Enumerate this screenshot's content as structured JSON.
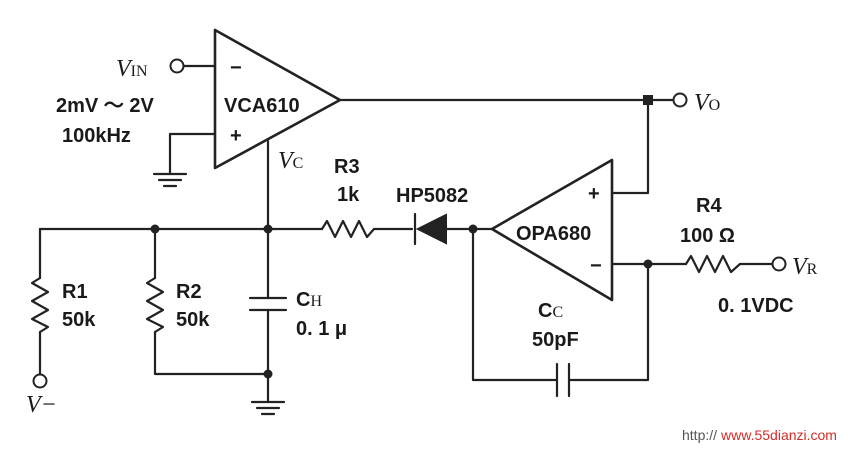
{
  "vca": {
    "name": "VCA610",
    "minus": "−",
    "plus": "+",
    "vin_main": "V",
    "vin_sub": "IN",
    "vin_range": "2mV ～ 2V",
    "vin_freq": "100kHz",
    "vc_main": "V",
    "vc_sub": "C"
  },
  "opa": {
    "name": "OPA680",
    "plus": "+",
    "minus": "−"
  },
  "outputs": {
    "vo_main": "V",
    "vo_sub": "O",
    "vr_main": "V",
    "vr_sub": "R",
    "vr_value": "0. 1VDC",
    "vminus": "V−"
  },
  "components": {
    "r1_name": "R1",
    "r1_value": "50k",
    "r2_name": "R2",
    "r2_value": "50k",
    "r3_name": "R3",
    "r3_value": "1k",
    "r4_name": "R4",
    "r4_value": "100 Ω",
    "ch_main": "C",
    "ch_sub": "H",
    "ch_value": "0. 1 μ",
    "cc_main": "C",
    "cc_sub": "C",
    "cc_value": "50pF",
    "diode": "HP5082"
  },
  "watermark": {
    "prefix": "http://",
    "site": "www.55dianzi.com"
  }
}
